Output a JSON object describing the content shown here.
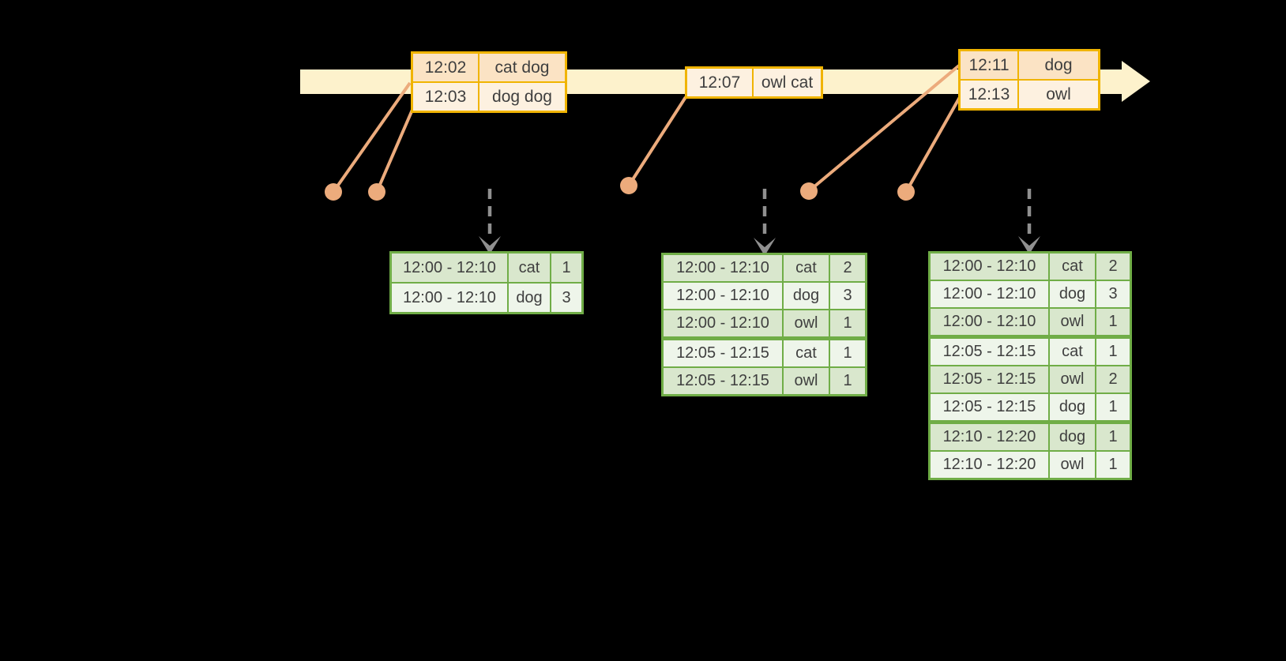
{
  "colors": {
    "background": "#000000",
    "timeline_fill": "#fdf2cc",
    "event_border": "#f0b400",
    "event_row_dark": "#fbe3c4",
    "event_row_light": "#fdf1e0",
    "connector": "#ecab7c",
    "dashed_arrow": "#909090",
    "result_border": "#70ad47",
    "result_row_dark": "#d9e7cd",
    "result_row_light": "#eef5ea",
    "text": "#3f3f3f"
  },
  "event_tables": [
    {
      "rows": [
        {
          "time": "12:02",
          "words": "cat dog"
        },
        {
          "time": "12:03",
          "words": "dog dog"
        }
      ]
    },
    {
      "rows": [
        {
          "time": "12:07",
          "words": "owl cat"
        }
      ]
    },
    {
      "rows": [
        {
          "time": "12:11",
          "words": "dog"
        },
        {
          "time": "12:13",
          "words": "owl"
        }
      ]
    }
  ],
  "result_tables": [
    {
      "rows": [
        {
          "window": "12:00 - 12:10",
          "word": "cat",
          "count": "1"
        },
        {
          "window": "12:00 - 12:10",
          "word": "dog",
          "count": "3"
        }
      ]
    },
    {
      "rows": [
        {
          "window": "12:00 - 12:10",
          "word": "cat",
          "count": "2"
        },
        {
          "window": "12:00 - 12:10",
          "word": "dog",
          "count": "3"
        },
        {
          "window": "12:00 - 12:10",
          "word": "owl",
          "count": "1"
        },
        {
          "window": "12:05 - 12:15",
          "word": "cat",
          "count": "1"
        },
        {
          "window": "12:05 - 12:15",
          "word": "owl",
          "count": "1"
        }
      ]
    },
    {
      "rows": [
        {
          "window": "12:00 - 12:10",
          "word": "cat",
          "count": "2"
        },
        {
          "window": "12:00 - 12:10",
          "word": "dog",
          "count": "3"
        },
        {
          "window": "12:00 - 12:10",
          "word": "owl",
          "count": "1"
        },
        {
          "window": "12:05 - 12:15",
          "word": "cat",
          "count": "1"
        },
        {
          "window": "12:05 - 12:15",
          "word": "owl",
          "count": "2"
        },
        {
          "window": "12:05 - 12:15",
          "word": "dog",
          "count": "1"
        },
        {
          "window": "12:10 - 12:20",
          "word": "dog",
          "count": "1"
        },
        {
          "window": "12:10 - 12:20",
          "word": "owl",
          "count": "1"
        }
      ]
    }
  ]
}
